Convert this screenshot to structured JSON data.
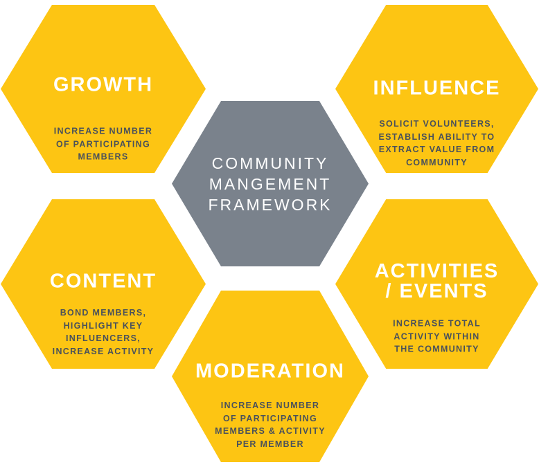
{
  "diagram": {
    "title": "Community Management Framework diagram",
    "colors": {
      "hex_yellow": "#FDC513",
      "hex_gray": "#7A828C",
      "title_text": "#FFFFFF",
      "body_text": "#4A515B",
      "background": "#FFFFFF"
    },
    "center": {
      "title_lines": [
        "COMMUNITY",
        "MANGEMENT",
        "FRAMEWORK"
      ]
    },
    "nodes": {
      "growth": {
        "title_lines": [
          "GROWTH"
        ],
        "desc_lines": [
          "INCREASE NUMBER",
          "OF PARTICIPATING",
          "MEMBERS"
        ]
      },
      "influence": {
        "title_lines": [
          "INFLUENCE"
        ],
        "desc_lines": [
          "SOLICIT VOLUNTEERS,",
          "ESTABLISH ABILITY TO",
          "EXTRACT VALUE FROM",
          "COMMUNITY"
        ]
      },
      "content": {
        "title_lines": [
          "CONTENT"
        ],
        "desc_lines": [
          "BOND MEMBERS,",
          "HIGHLIGHT KEY",
          "INFLUENCERS,",
          "INCREASE ACTIVITY"
        ]
      },
      "activities_events": {
        "title_lines": [
          "ACTIVITIES",
          "/ EVENTS"
        ],
        "desc_lines": [
          "INCREASE TOTAL",
          "ACTIVITY WITHIN",
          "THE COMMUNITY"
        ]
      },
      "moderation": {
        "title_lines": [
          "MODERATION"
        ],
        "desc_lines": [
          "INCREASE NUMBER",
          "OF PARTICIPATING",
          "MEMBERS & ACTIVITY",
          "PER MEMBER"
        ]
      }
    }
  }
}
